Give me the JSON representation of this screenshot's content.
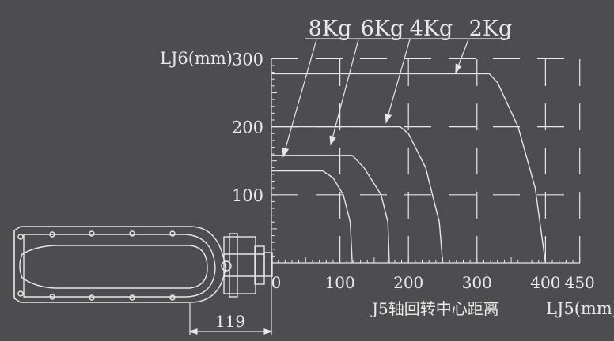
{
  "chart_data": {
    "type": "line",
    "xlabel": "LJ5(mm)",
    "xlabel_cn": "J5轴回转中心距离",
    "ylabel": "LJ6(mm)",
    "x_ticks": [
      "0",
      "100",
      "200",
      "300",
      "400",
      "450"
    ],
    "y_ticks": [
      "100",
      "200",
      "300"
    ],
    "xlim": [
      0,
      450
    ],
    "ylim": [
      0,
      300
    ],
    "dimension_label": "119",
    "series": [
      {
        "name": "8Kg",
        "points": [
          [
            0,
            135
          ],
          [
            75,
            135
          ],
          [
            90,
            125
          ],
          [
            105,
            100
          ],
          [
            115,
            60
          ],
          [
            118,
            0
          ]
        ]
      },
      {
        "name": "6Kg",
        "points": [
          [
            0,
            158
          ],
          [
            118,
            158
          ],
          [
            135,
            140
          ],
          [
            160,
            100
          ],
          [
            170,
            60
          ],
          [
            172,
            0
          ]
        ]
      },
      {
        "name": "4Kg",
        "points": [
          [
            0,
            200
          ],
          [
            188,
            200
          ],
          [
            200,
            190
          ],
          [
            225,
            140
          ],
          [
            245,
            60
          ],
          [
            250,
            0
          ]
        ]
      },
      {
        "name": "2Kg",
        "points": [
          [
            0,
            278
          ],
          [
            318,
            278
          ],
          [
            330,
            265
          ],
          [
            360,
            200
          ],
          [
            385,
            110
          ],
          [
            400,
            0
          ]
        ]
      }
    ]
  }
}
